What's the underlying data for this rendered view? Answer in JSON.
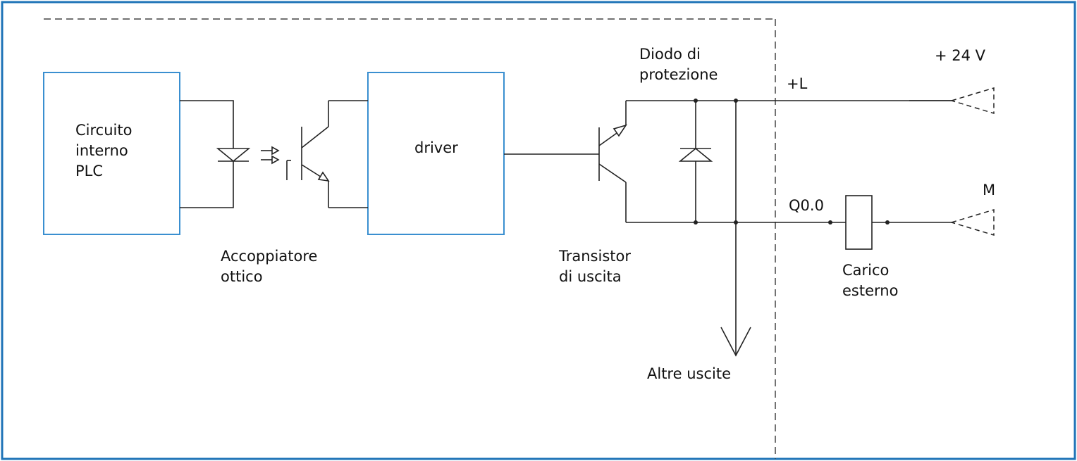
{
  "colors": {
    "frame": "#1e73b7",
    "box": "#3a8fd0",
    "wire": "#222222",
    "background": "#ffffff"
  },
  "blocks": {
    "plc": {
      "line1": "Circuito",
      "line2": "interno",
      "line3": "PLC"
    },
    "driver": {
      "label": "driver"
    }
  },
  "labels": {
    "optocoupler": {
      "line1": "Accoppiatore",
      "line2": "ottico"
    },
    "transistor": {
      "line1": "Transistor",
      "line2": "di uscita"
    },
    "diode": {
      "line1": "Diodo di",
      "line2": "protezione"
    },
    "load": {
      "line1": "Carico",
      "line2": "esterno"
    },
    "other_outputs": "Altre uscite",
    "supply": "+ 24 V",
    "plus_l": "+L",
    "output": "Q0.0",
    "ground": "M"
  }
}
